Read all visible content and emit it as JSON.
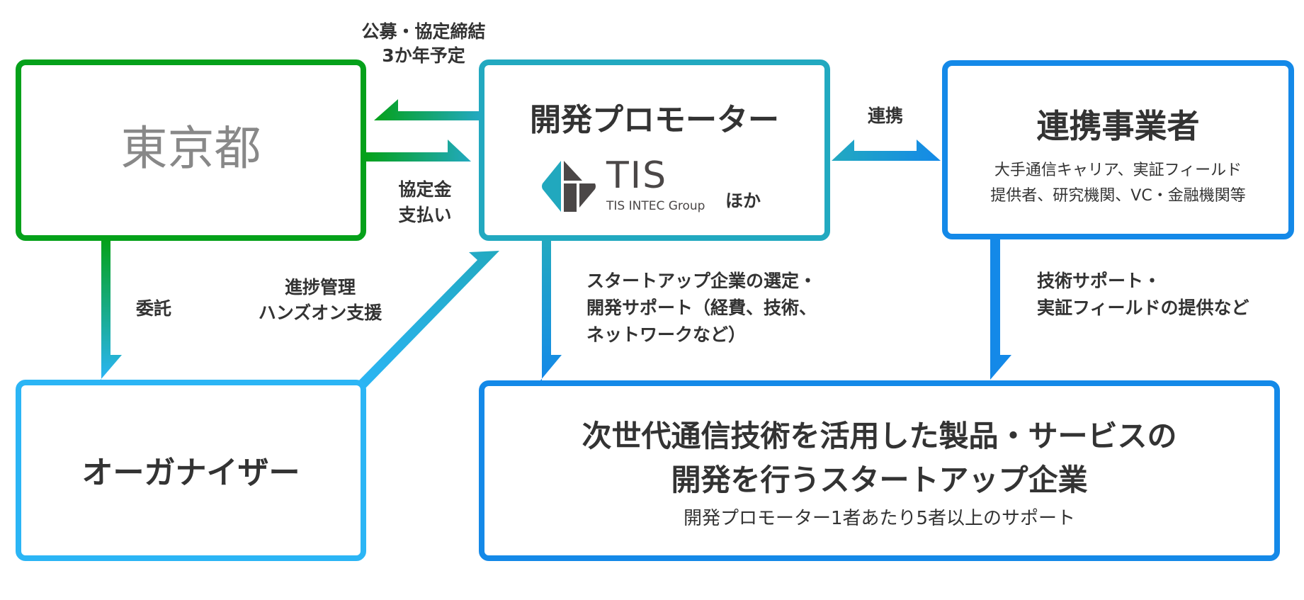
{
  "colors": {
    "tokyo_green": "#05a11a",
    "promoter_teal": "#22a9c0",
    "partner_blue": "#1489e8",
    "organizer_lightblue": "#2bb5f5",
    "startup_blue": "#1489e8",
    "text_dark": "#333333",
    "text_gray": "#888888",
    "logo_teal": "#21a8be",
    "logo_dark": "#4b4747"
  },
  "nodes": {
    "tokyo": {
      "title": "東京都"
    },
    "promoter": {
      "title": "開発プロモーター",
      "logo": {
        "wordmark": "TIS",
        "group": "TIS INTEC Group",
        "icon": "tis-logo-icon"
      },
      "suffix": "ほか"
    },
    "partner": {
      "title": "連携事業者",
      "desc_lines": [
        "大手通信キャリア、実証フィールド",
        "提供者、研究機関、VC・金融機関等"
      ]
    },
    "organizer": {
      "title": "オーガナイザー"
    },
    "startup": {
      "title_lines": [
        "次世代通信技術を活用した製品・サービスの",
        "開発を行うスタートアップ企業"
      ],
      "subtitle": "開発プロモーター1者あたり5者以上のサポート"
    }
  },
  "edges": {
    "tokyo_promoter_top": {
      "label_lines": [
        "公募・協定締結",
        "3か年予定"
      ],
      "direction": "promoter-to-tokyo"
    },
    "tokyo_promoter_bottom": {
      "label_lines": [
        "協定金",
        "支払い"
      ],
      "direction": "tokyo-to-promoter"
    },
    "promoter_partner": {
      "label": "連携",
      "direction": "bidirectional"
    },
    "tokyo_organizer": {
      "label": "委託",
      "direction": "tokyo-to-organizer"
    },
    "organizer_promoter": {
      "label_lines": [
        "進捗管理",
        "ハンズオン支援"
      ],
      "direction": "organizer-to-promoter"
    },
    "promoter_startup": {
      "label_lines": [
        "スタートアップ企業の選定・",
        "開発サポート（経費、技術、",
        "ネットワークなど）"
      ],
      "direction": "promoter-to-startup"
    },
    "partner_startup": {
      "label_lines": [
        "技術サポート・",
        "実証フィールドの提供など"
      ],
      "direction": "partner-to-startup"
    }
  }
}
